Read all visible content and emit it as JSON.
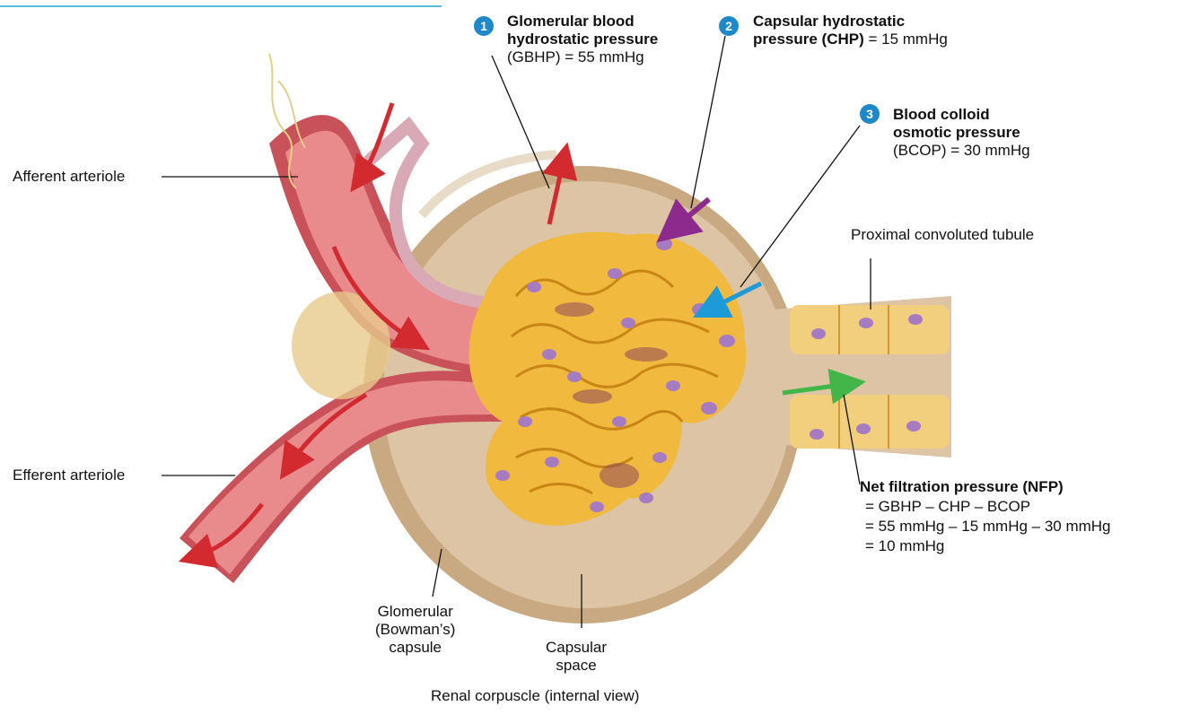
{
  "labels": {
    "afferent": "Afferent arteriole",
    "efferent": "Efferent arteriole",
    "capsule": [
      "Glomerular",
      "(Bowman’s)",
      "capsule"
    ],
    "space": [
      "Capsular",
      "space"
    ],
    "pct": "Proximal convoluted tubule",
    "caption": "Renal corpuscle (internal view)"
  },
  "pressures": [
    {
      "number": "1",
      "bold_lines": [
        "Glomerular blood",
        "hydrostatic pressure"
      ],
      "value_line": "(GBHP) = 55 mmHg",
      "color": "#1e88c9"
    },
    {
      "number": "2",
      "bold_lines": [
        "Capsular hydrostatic",
        "pressure (CHP)"
      ],
      "value_line": " = 15 mmHg",
      "color": "#1e88c9"
    },
    {
      "number": "3",
      "bold_lines": [
        "Blood colloid",
        "osmotic pressure"
      ],
      "value_line": "(BCOP) = 30 mmHg",
      "color": "#1e88c9"
    }
  ],
  "nfp": {
    "title": "Net filtration pressure (NFP)",
    "lines": [
      "= GBHP – CHP – BCOP",
      "= 55 mmHg – 15 mmHg – 30 mmHg",
      "= 10 mmHg"
    ]
  },
  "colors": {
    "arteriole": "#e98a8d",
    "arteriole_dark": "#c9525a",
    "capsule_fill": "#dcc4a4",
    "capsule_wall": "#c9a981",
    "capillary": "#f1b93e",
    "capillary_dark": "#c98616",
    "nucleus": "#a77bc2",
    "arrow_red": "#d22a2e",
    "arrow_purple": "#8c2a8e",
    "arrow_blue": "#1d9bd9",
    "arrow_green": "#43b649"
  }
}
